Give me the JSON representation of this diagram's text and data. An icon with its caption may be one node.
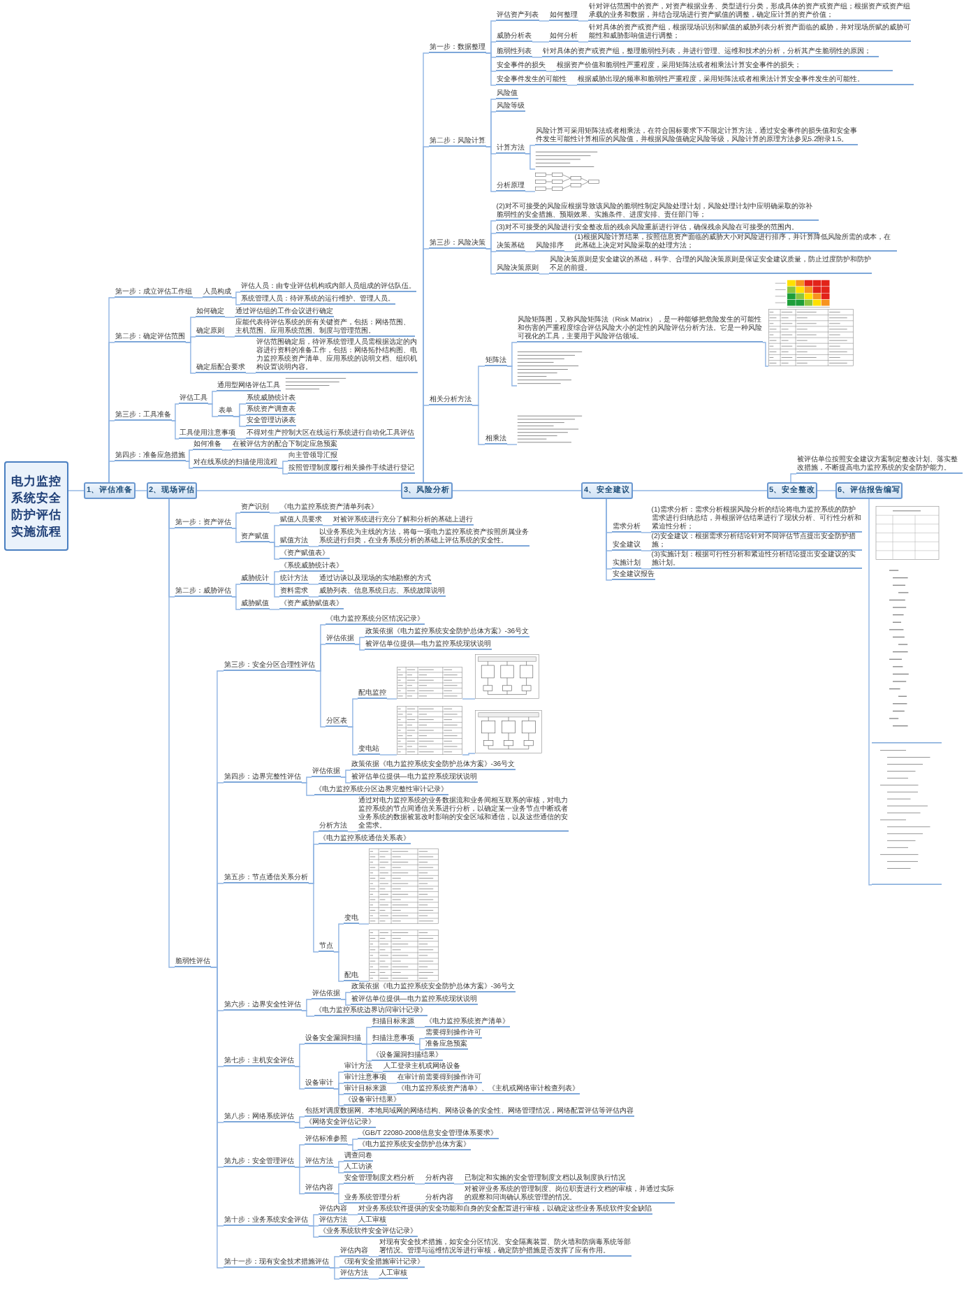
{
  "diagram": {
    "nodes": [
      {
        "text": [
          "电力监控系统安全防护评估实施流程"
        ]
      },
      {
        "text": [
          "1、评估准备"
        ]
      },
      {
        "text": [
          "2、现场评估"
        ]
      },
      {
        "text": [
          "3、风险分析"
        ]
      },
      {
        "text": [
          "4、安全建议"
        ]
      },
      {
        "text": [
          "5、安全整改"
        ]
      },
      {
        "text": [
          "6、评估报告编写"
        ]
      },
      {
        "text": [
          "第一步：成立评估工作组"
        ]
      },
      {
        "text": [
          "人员构成"
        ]
      },
      {
        "text": [
          "评估人员：由专业评估机构或内部人员组成的评估队伍。"
        ]
      },
      {
        "text": [
          "系统管理人员：待评系统的运行维护、管理人员。"
        ]
      },
      {
        "text": [
          "第二步：确定评估范围"
        ]
      },
      {
        "text": [
          "如何确定"
        ]
      },
      {
        "text": [
          "通过评估组的工作会议进行确定"
        ]
      },
      {
        "text": [
          "确定原则"
        ]
      },
      {
        "text": [
          "应能代表待评估系统的所有关键资产，包括：网络范围、主机范围、应用系统范围、制度与管理范围。"
        ]
      },
      {
        "text": [
          "确定后配合要求"
        ]
      },
      {
        "text": [
          "评估范围确定后，待评系统管理人员需根据选定的内容进行资料的准备工作，包括：网络拓扑结构图、电力监控系统资产清单、应用系统的说明文档、组织机构设置说明内容。"
        ]
      },
      {
        "text": [
          "第三步：工具准备"
        ]
      },
      {
        "text": [
          "评估工具"
        ]
      },
      {
        "text": [
          "通用型网络评估工具"
        ]
      },
      {
        "text": [
          "表单"
        ]
      },
      {
        "text": [
          "系统威胁统计表"
        ]
      },
      {
        "text": [
          "系统资产调查表"
        ]
      },
      {
        "text": [
          "安全管理访谈表"
        ]
      },
      {
        "text": [
          "工具使用注意事项"
        ]
      },
      {
        "text": [
          "不得对生产控制大区在线运行系统进行自动化工具评估"
        ]
      },
      {
        "text": [
          "第四步：准备应急措施"
        ]
      },
      {
        "text": [
          "如何准备"
        ]
      },
      {
        "text": [
          "在被评估方的配合下制定应急预案"
        ]
      },
      {
        "text": [
          "对在线系统的扫描使用流程"
        ]
      },
      {
        "text": [
          "向主管领导汇报"
        ]
      },
      {
        "text": [
          "按照管理制度履行相关操作手续进行登记"
        ]
      },
      {
        "text": [
          "第一步：资产评估"
        ]
      },
      {
        "text": [
          "资产识别"
        ]
      },
      {
        "text": [
          "《电力监控系统资产清单列表》"
        ]
      },
      {
        "text": [
          "资产赋值"
        ]
      },
      {
        "text": [
          "赋值人员要求"
        ]
      },
      {
        "text": [
          "对被评系统进行充分了解和分析的基础上进行"
        ]
      },
      {
        "text": [
          "赋值方法"
        ]
      },
      {
        "text": [
          "以业务系统为主线的方法，将每一项电力监控系统资产按照所属业务系统进行归类，在业务系统分析的基础上评估系统的安全性。"
        ]
      },
      {
        "text": [
          "《资产赋值表》"
        ]
      },
      {
        "text": [
          "第二步：威胁评估"
        ]
      },
      {
        "text": [
          "威胁统计"
        ]
      },
      {
        "text": [
          "《系统威胁统计表》"
        ]
      },
      {
        "text": [
          "统计方法"
        ]
      },
      {
        "text": [
          "通过访谈以及现场的实地勘察的方式"
        ]
      },
      {
        "text": [
          "资料需求"
        ]
      },
      {
        "text": [
          "威胁列表、信息系统日志、系统故障说明"
        ]
      },
      {
        "text": [
          "威胁赋值"
        ]
      },
      {
        "text": [
          "《资产威胁赋值表》"
        ]
      },
      {
        "text": [
          "脆弱性评估"
        ]
      },
      {
        "text": [
          "第三步：安全分区合理性评估"
        ]
      },
      {
        "text": [
          "《电力监控系统分区情况记录》"
        ]
      },
      {
        "text": [
          "评估依据"
        ]
      },
      {
        "text": [
          "政策依据《电力监控系统安全防护总体方案》-36号文"
        ]
      },
      {
        "text": [
          "被评估单位提供—电力监控系统现状说明"
        ]
      },
      {
        "text": [
          "分区表"
        ]
      },
      {
        "text": [
          "配电监控"
        ]
      },
      {
        "text": [],
        "shape": "picture"
      },
      {
        "text": [],
        "shape": "picture"
      },
      {
        "text": [
          "变电站"
        ]
      },
      {
        "text": [],
        "shape": "picture"
      },
      {
        "text": [],
        "shape": "picture"
      },
      {
        "text": [
          "第四步：边界完整性评估"
        ]
      },
      {
        "text": [
          "评估依据"
        ]
      },
      {
        "text": [
          "政策依据《电力监控系统安全防护总体方案》-36号文"
        ]
      },
      {
        "text": [
          "被评估单位提供—电力监控系统现状说明"
        ]
      },
      {
        "text": [
          "《电力监控系统分区边界完整性审计记录》"
        ]
      },
      {
        "text": [
          "第五步：节点通信关系分析"
        ]
      },
      {
        "text": [
          "分析方法"
        ]
      },
      {
        "text": [
          "通过对电力监控系统的业务数据流和业务间相互联系的审核，对电力监控系统的节点间通信关系进行分析，以确定某一业务节点中断或者业务系统的数据被篡改时影响的安全区域和通信，以及这些通信的安全需求。"
        ]
      },
      {
        "text": [
          "《电力监控系统通信关系表》"
        ]
      },
      {
        "text": [
          "节点"
        ]
      },
      {
        "text": [
          "变电"
        ]
      },
      {
        "text": [],
        "shape": "picture"
      },
      {
        "text": [
          "配电"
        ]
      },
      {
        "text": [],
        "shape": "picture"
      },
      {
        "text": [
          "第六步：边界安全性评估"
        ]
      },
      {
        "text": [
          "评估依据"
        ]
      },
      {
        "text": [
          "政策依据《电力监控系统安全防护总体方案》-36号文"
        ]
      },
      {
        "text": [
          "被评估单位提供—电力监控系统现状说明"
        ]
      },
      {
        "text": [
          "《电力监控系统边界访问审计记录》"
        ]
      },
      {
        "text": [
          "第七步：主机安全评估"
        ]
      },
      {
        "text": [
          "设备安全漏洞扫描"
        ]
      },
      {
        "text": [
          "扫描目标来源"
        ]
      },
      {
        "text": [
          "《电力监控系统资产清单》"
        ]
      },
      {
        "text": [
          "扫描注意事项"
        ]
      },
      {
        "text": [
          "需要得到操作许可"
        ]
      },
      {
        "text": [
          "准备应急预案"
        ]
      },
      {
        "text": [
          "《设备漏洞扫描结果》"
        ]
      },
      {
        "text": [
          "设备审计"
        ]
      },
      {
        "text": [
          "审计方法"
        ]
      },
      {
        "text": [
          "人工登录主机或网络设备"
        ]
      },
      {
        "text": [
          "审计注意事项"
        ]
      },
      {
        "text": [
          "在审计前需要得到操作许可"
        ]
      },
      {
        "text": [
          "审计目标来源"
        ]
      },
      {
        "text": [
          "《电力监控系统资产清单》、《主机或网络审计检查列表》"
        ]
      },
      {
        "text": [
          "《设备审计结果》"
        ]
      },
      {
        "text": [
          "第八步：网络系统评估"
        ]
      },
      {
        "text": [
          "包括对调度数据网、本地局域网的网络结构、网络设备的安全性、网络管理情况，网络配置评估等评估内容"
        ]
      },
      {
        "text": [
          "《网络安全评估记录》"
        ]
      },
      {
        "text": [
          "第九步：安全管理评估"
        ]
      },
      {
        "text": [
          "评估标准参照"
        ]
      },
      {
        "text": [
          "《GB/T 22080-2008信息安全管理体系要求》"
        ]
      },
      {
        "text": [
          "《电力监控系统安全防护总体方案》"
        ]
      },
      {
        "text": [
          "评估方法"
        ]
      },
      {
        "text": [
          "调查问卷"
        ]
      },
      {
        "text": [
          "人工访谈"
        ]
      },
      {
        "text": [
          "评估内容"
        ]
      },
      {
        "text": [
          "安全管理制度文档分析"
        ]
      },
      {
        "text": [
          "分析内容"
        ]
      },
      {
        "text": [
          "已制定和实施的安全管理制度文档以及制度执行情况"
        ]
      },
      {
        "text": [
          "业务系统管理分析"
        ]
      },
      {
        "text": [
          "分析内容"
        ]
      },
      {
        "text": [
          "对被评业务系统的管理制度、岗位职责进行文档的审核，并通过实际的观察和问询确认系统管理的情况。"
        ]
      },
      {
        "text": [
          "第十步：业务系统安全评估"
        ]
      },
      {
        "text": [
          "评估内容"
        ]
      },
      {
        "text": [
          "对业务系统软件提供的安全功能和自身的安全配置进行审核，以确定这些业务系统软件安全缺陷"
        ]
      },
      {
        "text": [
          "评估方法"
        ]
      },
      {
        "text": [
          "人工审核"
        ]
      },
      {
        "text": [
          "《业务系统软件安全评估记录》"
        ]
      },
      {
        "text": [
          "第十一步：现有安全技术措施评估"
        ]
      },
      {
        "text": [
          "评估内容"
        ]
      },
      {
        "text": [
          "对现有安全技术措施，如安全分区情况、安全隔离装置、防火墙和防病毒系统等部署情况、管理与运维情况等进行审核，确定防护措施是否发挥了应有作用。"
        ]
      },
      {
        "text": [
          "《现有安全措施审计记录》"
        ]
      },
      {
        "text": [
          "评估方法"
        ]
      },
      {
        "text": [
          "人工审核"
        ]
      },
      {
        "text": [
          "第一步：数据整理"
        ]
      },
      {
        "text": [
          "评估资产列表"
        ]
      },
      {
        "text": [
          "如何整理"
        ]
      },
      {
        "text": [
          "针对评估范围中的资产，对资产根据业务、类型进行分类，形成具体的资产或资产组；根据资产或资产组承载的业务和数据，并结合现场进行资产赋值的调整，确定应计算的资产价值；"
        ]
      },
      {
        "text": [
          "威胁分析表"
        ]
      },
      {
        "text": [
          "如何分析"
        ]
      },
      {
        "text": [
          "针对具体的资产或资产组，根据现场识别和赋值的威胁列表分析资产面临的威胁，并对现场所赋的威胁可能性和威胁影响值进行调整；"
        ]
      },
      {
        "text": [
          "脆弱性列表"
        ]
      },
      {
        "text": [
          "针对具体的资产或资产组，整理脆弱性列表，并进行管理、运维和技术的分析，分析其产生脆弱性的原因；"
        ]
      },
      {
        "text": [
          "安全事件的损失"
        ]
      },
      {
        "text": [
          "根据资产价值和脆弱性严重程度，采用矩阵法或者相乘法计算安全事件的损失；"
        ]
      },
      {
        "text": [
          "安全事件发生的可能性"
        ]
      },
      {
        "text": [
          "根据威胁出现的频率和脆弱性严重程度，采用矩阵法或者相乘法计算安全事件发生的可能性。"
        ]
      },
      {
        "text": [
          "第二步：风险计算"
        ]
      },
      {
        "text": [
          "风险值"
        ]
      },
      {
        "text": [
          "风险等级"
        ]
      },
      {
        "text": [
          "计算方法"
        ]
      },
      {
        "text": [
          "风险计算可采用矩阵法或者相乘法，在符合国标要求下不限定计算方法，通过安全事件的损失值和安全事件发生可能性计算相应的风险值，并根据风险值确定风险等级，风险计算的原理方法参见5.2附录1.5。"
        ]
      },
      {
        "text": [],
        "shape": "picture"
      },
      {
        "text": [
          "分析原理"
        ]
      },
      {
        "text": [],
        "shape": "picture"
      },
      {
        "text": [
          "第三步：风险决策"
        ]
      },
      {
        "text": [
          "(2)对不可接受的风险应根据导致该风险的脆弱性制定风险处理计划，风险处理计划中应明确采取的弥补脆弱性的安全措施、预期效果、实施条件、进度安排、责任部门等；"
        ]
      },
      {
        "text": [
          "(3)对不可接受的风险进行安全整改后的残余风险重新进行评估，确保残余风险在可接受的范围内。"
        ]
      },
      {
        "text": [
          "决策基础"
        ]
      },
      {
        "text": [
          "风险排序"
        ]
      },
      {
        "text": [
          "(1)根据风险计算结果，按照信息资产面临的威胁大小对风险进行排序，并计算降低风险所需的成本，在此基础上决定对风险采取的处理方法；"
        ]
      },
      {
        "text": [
          "风险决策原则"
        ]
      },
      {
        "text": [
          "风险决策原则是安全建议的基础，科学、合理的风险决策原则是保证安全建议质量，防止过度防护和防护不足的前提。"
        ]
      },
      {
        "text": [
          "相关分析方法"
        ]
      },
      {
        "text": [
          "矩阵法"
        ]
      },
      {
        "text": [
          "风险矩阵图，又称风险矩阵法（Risk Matrix），是一种能够把危险发生的可能性和伤害的严重程度综合评估风险大小的定性的风险评估分析方法。它是一种风险可视化的工具，主要用于风险评估领域。"
        ]
      },
      {
        "text": [],
        "shape": "picture"
      },
      {
        "text": [],
        "shape": "picture"
      },
      {
        "text": [
          "相乘法"
        ]
      },
      {
        "text": [],
        "shape": "picture"
      },
      {
        "text": [
          "需求分析"
        ]
      },
      {
        "text": [
          "(1)需求分析：需求分析根据风险分析的结论将电力监控系统的防护需求进行归纳总结，并根据评估结果进行了现状分析、可行性分析和紧迫性分析；"
        ]
      },
      {
        "text": [
          "安全建议"
        ]
      },
      {
        "text": [
          "(2)安全建议：根据需求分析结论针对不同评估节点提出安全防护措施；"
        ]
      },
      {
        "text": [
          "实施计划"
        ]
      },
      {
        "text": [
          "(3)实施计划：根据可行性分析和紧迫性分析结论提出安全建议的实施计划。"
        ]
      },
      {
        "text": [
          "安全建议报告"
        ]
      },
      {
        "text": [
          "被评估单位按照安全建议方案制定整改计划、落实整改措施，不断提高电力监控系统的安全防护能力。"
        ]
      },
      {
        "text": [],
        "shape": "picture"
      }
    ],
    "edges": [
      {
        "from": 0,
        "to": 1,
        "arrow": "none"
      },
      {
        "from": 1,
        "to": 2,
        "arrow": "none"
      },
      {
        "from": 2,
        "to": 3,
        "arrow": "none"
      },
      {
        "from": 3,
        "to": 4,
        "arrow": "none"
      },
      {
        "from": 4,
        "to": 5,
        "arrow": "none"
      },
      {
        "from": 5,
        "to": 6,
        "arrow": "none"
      },
      {
        "from": 1,
        "to": 7,
        "arrow": "none"
      },
      {
        "from": 7,
        "to": 8,
        "arrow": "none"
      },
      {
        "from": 8,
        "to": 9,
        "arrow": "none"
      },
      {
        "from": 8,
        "to": 10,
        "arrow": "none"
      },
      {
        "from": 1,
        "to": 11,
        "arrow": "none"
      },
      {
        "from": 11,
        "to": 12,
        "arrow": "none"
      },
      {
        "from": 12,
        "to": 13,
        "arrow": "none"
      },
      {
        "from": 11,
        "to": 14,
        "arrow": "none"
      },
      {
        "from": 14,
        "to": 15,
        "arrow": "none"
      },
      {
        "from": 11,
        "to": 16,
        "arrow": "none"
      },
      {
        "from": 16,
        "to": 17,
        "arrow": "none"
      },
      {
        "from": 1,
        "to": 18,
        "arrow": "none"
      },
      {
        "from": 18,
        "to": 19,
        "arrow": "none"
      },
      {
        "from": 19,
        "to": 20,
        "arrow": "none"
      },
      {
        "from": 19,
        "to": 21,
        "arrow": "none"
      },
      {
        "from": 21,
        "to": 22,
        "arrow": "none"
      },
      {
        "from": 21,
        "to": 23,
        "arrow": "none"
      },
      {
        "from": 21,
        "to": 24,
        "arrow": "none"
      },
      {
        "from": 18,
        "to": 25,
        "arrow": "none"
      },
      {
        "from": 25,
        "to": 26,
        "arrow": "none"
      },
      {
        "from": 1,
        "to": 27,
        "arrow": "none"
      },
      {
        "from": 27,
        "to": 28,
        "arrow": "none"
      },
      {
        "from": 28,
        "to": 29,
        "arrow": "none"
      },
      {
        "from": 27,
        "to": 30,
        "arrow": "none"
      },
      {
        "from": 30,
        "to": 31,
        "arrow": "none"
      },
      {
        "from": 30,
        "to": 32,
        "arrow": "none"
      },
      {
        "from": 2,
        "to": 33,
        "arrow": "none"
      },
      {
        "from": 33,
        "to": 34,
        "arrow": "none"
      },
      {
        "from": 34,
        "to": 35,
        "arrow": "none"
      },
      {
        "from": 33,
        "to": 36,
        "arrow": "none"
      },
      {
        "from": 36,
        "to": 37,
        "arrow": "none"
      },
      {
        "from": 37,
        "to": 38,
        "arrow": "none"
      },
      {
        "from": 36,
        "to": 39,
        "arrow": "none"
      },
      {
        "from": 39,
        "to": 40,
        "arrow": "none"
      },
      {
        "from": 36,
        "to": 41,
        "arrow": "none"
      },
      {
        "from": 2,
        "to": 42,
        "arrow": "none"
      },
      {
        "from": 42,
        "to": 43,
        "arrow": "none"
      },
      {
        "from": 43,
        "to": 44,
        "arrow": "none"
      },
      {
        "from": 43,
        "to": 45,
        "arrow": "none"
      },
      {
        "from": 45,
        "to": 46,
        "arrow": "none"
      },
      {
        "from": 43,
        "to": 47,
        "arrow": "none"
      },
      {
        "from": 47,
        "to": 48,
        "arrow": "none"
      },
      {
        "from": 42,
        "to": 49,
        "arrow": "none"
      },
      {
        "from": 49,
        "to": 50,
        "arrow": "none"
      },
      {
        "from": 2,
        "to": 51,
        "arrow": "none"
      },
      {
        "from": 51,
        "to": 52,
        "arrow": "none"
      },
      {
        "from": 52,
        "to": 53,
        "arrow": "none"
      },
      {
        "from": 52,
        "to": 54,
        "arrow": "none"
      },
      {
        "from": 54,
        "to": 55,
        "arrow": "none"
      },
      {
        "from": 54,
        "to": 56,
        "arrow": "none"
      },
      {
        "from": 52,
        "to": 57,
        "arrow": "none"
      },
      {
        "from": 57,
        "to": 58,
        "arrow": "none"
      },
      {
        "from": 58,
        "to": 59,
        "arrow": "none"
      },
      {
        "from": 59,
        "to": 60,
        "arrow": "none"
      },
      {
        "from": 57,
        "to": 61,
        "arrow": "none"
      },
      {
        "from": 61,
        "to": 62,
        "arrow": "none"
      },
      {
        "from": 62,
        "to": 63,
        "arrow": "none"
      },
      {
        "from": 51,
        "to": 64,
        "arrow": "none"
      },
      {
        "from": 64,
        "to": 65,
        "arrow": "none"
      },
      {
        "from": 65,
        "to": 66,
        "arrow": "none"
      },
      {
        "from": 65,
        "to": 67,
        "arrow": "none"
      },
      {
        "from": 64,
        "to": 68,
        "arrow": "none"
      },
      {
        "from": 51,
        "to": 69,
        "arrow": "none"
      },
      {
        "from": 69,
        "to": 70,
        "arrow": "none"
      },
      {
        "from": 70,
        "to": 71,
        "arrow": "none"
      },
      {
        "from": 69,
        "to": 72,
        "arrow": "none"
      },
      {
        "from": 69,
        "to": 73,
        "arrow": "none"
      },
      {
        "from": 73,
        "to": 74,
        "arrow": "none"
      },
      {
        "from": 74,
        "to": 75,
        "arrow": "none"
      },
      {
        "from": 73,
        "to": 76,
        "arrow": "none"
      },
      {
        "from": 76,
        "to": 77,
        "arrow": "none"
      },
      {
        "from": 51,
        "to": 78,
        "arrow": "none"
      },
      {
        "from": 78,
        "to": 79,
        "arrow": "none"
      },
      {
        "from": 79,
        "to": 80,
        "arrow": "none"
      },
      {
        "from": 79,
        "to": 81,
        "arrow": "none"
      },
      {
        "from": 78,
        "to": 82,
        "arrow": "none"
      },
      {
        "from": 51,
        "to": 83,
        "arrow": "none"
      },
      {
        "from": 83,
        "to": 84,
        "arrow": "none"
      },
      {
        "from": 84,
        "to": 85,
        "arrow": "none"
      },
      {
        "from": 85,
        "to": 86,
        "arrow": "none"
      },
      {
        "from": 84,
        "to": 87,
        "arrow": "none"
      },
      {
        "from": 87,
        "to": 88,
        "arrow": "none"
      },
      {
        "from": 87,
        "to": 89,
        "arrow": "none"
      },
      {
        "from": 84,
        "to": 90,
        "arrow": "none"
      },
      {
        "from": 83,
        "to": 91,
        "arrow": "none"
      },
      {
        "from": 91,
        "to": 92,
        "arrow": "none"
      },
      {
        "from": 92,
        "to": 93,
        "arrow": "none"
      },
      {
        "from": 91,
        "to": 94,
        "arrow": "none"
      },
      {
        "from": 94,
        "to": 95,
        "arrow": "none"
      },
      {
        "from": 91,
        "to": 96,
        "arrow": "none"
      },
      {
        "from": 96,
        "to": 97,
        "arrow": "none"
      },
      {
        "from": 91,
        "to": 98,
        "arrow": "none"
      },
      {
        "from": 51,
        "to": 99,
        "arrow": "none"
      },
      {
        "from": 99,
        "to": 100,
        "arrow": "none"
      },
      {
        "from": 99,
        "to": 101,
        "arrow": "none"
      },
      {
        "from": 51,
        "to": 102,
        "arrow": "none"
      },
      {
        "from": 102,
        "to": 103,
        "arrow": "none"
      },
      {
        "from": 103,
        "to": 104,
        "arrow": "none"
      },
      {
        "from": 103,
        "to": 105,
        "arrow": "none"
      },
      {
        "from": 102,
        "to": 106,
        "arrow": "none"
      },
      {
        "from": 106,
        "to": 107,
        "arrow": "none"
      },
      {
        "from": 106,
        "to": 108,
        "arrow": "none"
      },
      {
        "from": 102,
        "to": 109,
        "arrow": "none"
      },
      {
        "from": 109,
        "to": 110,
        "arrow": "none"
      },
      {
        "from": 110,
        "to": 111,
        "arrow": "none"
      },
      {
        "from": 111,
        "to": 112,
        "arrow": "none"
      },
      {
        "from": 109,
        "to": 113,
        "arrow": "none"
      },
      {
        "from": 113,
        "to": 114,
        "arrow": "none"
      },
      {
        "from": 114,
        "to": 115,
        "arrow": "none"
      },
      {
        "from": 51,
        "to": 116,
        "arrow": "none"
      },
      {
        "from": 116,
        "to": 117,
        "arrow": "none"
      },
      {
        "from": 117,
        "to": 118,
        "arrow": "none"
      },
      {
        "from": 116,
        "to": 119,
        "arrow": "none"
      },
      {
        "from": 119,
        "to": 120,
        "arrow": "none"
      },
      {
        "from": 116,
        "to": 121,
        "arrow": "none"
      },
      {
        "from": 51,
        "to": 122,
        "arrow": "none"
      },
      {
        "from": 122,
        "to": 123,
        "arrow": "none"
      },
      {
        "from": 123,
        "to": 124,
        "arrow": "none"
      },
      {
        "from": 122,
        "to": 125,
        "arrow": "none"
      },
      {
        "from": 122,
        "to": 126,
        "arrow": "none"
      },
      {
        "from": 126,
        "to": 127,
        "arrow": "none"
      },
      {
        "from": 3,
        "to": 128,
        "arrow": "none"
      },
      {
        "from": 128,
        "to": 129,
        "arrow": "none"
      },
      {
        "from": 129,
        "to": 130,
        "arrow": "none"
      },
      {
        "from": 130,
        "to": 131,
        "arrow": "none"
      },
      {
        "from": 128,
        "to": 132,
        "arrow": "none"
      },
      {
        "from": 132,
        "to": 133,
        "arrow": "none"
      },
      {
        "from": 133,
        "to": 134,
        "arrow": "none"
      },
      {
        "from": 128,
        "to": 135,
        "arrow": "none"
      },
      {
        "from": 135,
        "to": 136,
        "arrow": "none"
      },
      {
        "from": 128,
        "to": 137,
        "arrow": "none"
      },
      {
        "from": 137,
        "to": 138,
        "arrow": "none"
      },
      {
        "from": 128,
        "to": 139,
        "arrow": "none"
      },
      {
        "from": 139,
        "to": 140,
        "arrow": "none"
      },
      {
        "from": 3,
        "to": 141,
        "arrow": "none"
      },
      {
        "from": 141,
        "to": 142,
        "arrow": "none"
      },
      {
        "from": 141,
        "to": 143,
        "arrow": "none"
      },
      {
        "from": 141,
        "to": 144,
        "arrow": "none"
      },
      {
        "from": 144,
        "to": 145,
        "arrow": "none"
      },
      {
        "from": 144,
        "to": 146,
        "arrow": "none"
      },
      {
        "from": 141,
        "to": 147,
        "arrow": "none"
      },
      {
        "from": 147,
        "to": 148,
        "arrow": "none"
      },
      {
        "from": 3,
        "to": 149,
        "arrow": "none"
      },
      {
        "from": 149,
        "to": 150,
        "arrow": "none"
      },
      {
        "from": 149,
        "to": 151,
        "arrow": "none"
      },
      {
        "from": 149,
        "to": 152,
        "arrow": "none"
      },
      {
        "from": 152,
        "to": 153,
        "arrow": "none"
      },
      {
        "from": 153,
        "to": 154,
        "arrow": "none"
      },
      {
        "from": 149,
        "to": 155,
        "arrow": "none"
      },
      {
        "from": 155,
        "to": 156,
        "arrow": "none"
      },
      {
        "from": 3,
        "to": 157,
        "arrow": "none"
      },
      {
        "from": 157,
        "to": 158,
        "arrow": "none"
      },
      {
        "from": 158,
        "to": 159,
        "arrow": "none"
      },
      {
        "from": 159,
        "to": 160,
        "arrow": "none"
      },
      {
        "from": 158,
        "to": 161,
        "arrow": "none"
      },
      {
        "from": 157,
        "to": 162,
        "arrow": "none"
      },
      {
        "from": 162,
        "to": 163,
        "arrow": "none"
      },
      {
        "from": 4,
        "to": 164,
        "arrow": "none"
      },
      {
        "from": 164,
        "to": 165,
        "arrow": "none"
      },
      {
        "from": 4,
        "to": 166,
        "arrow": "none"
      },
      {
        "from": 166,
        "to": 167,
        "arrow": "none"
      },
      {
        "from": 4,
        "to": 168,
        "arrow": "none"
      },
      {
        "from": 168,
        "to": 169,
        "arrow": "none"
      },
      {
        "from": 4,
        "to": 170,
        "arrow": "none"
      },
      {
        "from": 5,
        "to": 171,
        "arrow": "none"
      },
      {
        "from": 6,
        "to": 172,
        "arrow": "none"
      }
    ]
  }
}
